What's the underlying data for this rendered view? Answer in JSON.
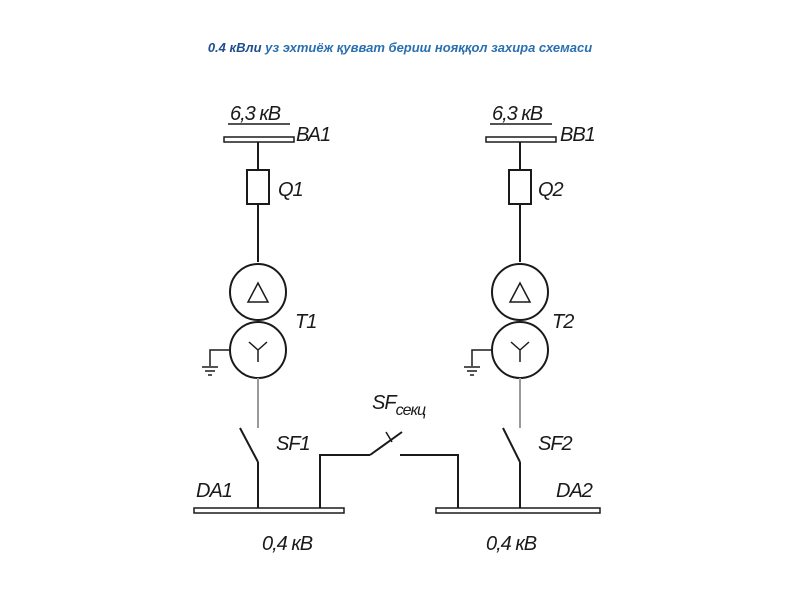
{
  "title": {
    "main": "0.4 кВли",
    "rest": " уз эхтиёж қувват бериш нояққол захира схемаси"
  },
  "left": {
    "voltage_hv": "6,3 кВ",
    "bus_hv": "ВА1",
    "breaker": "Q1",
    "transformer": "Т1",
    "switch": "SF1",
    "bus_lv": "DA1",
    "voltage_lv": "0,4 кВ"
  },
  "right": {
    "voltage_hv": "6,3 кВ",
    "bus_hv": "ВВ1",
    "breaker": "Q2",
    "transformer": "Т2",
    "switch": "SF2",
    "bus_lv": "DA2",
    "voltage_lv": "0,4 кВ"
  },
  "section_switch": {
    "label": "SF",
    "subscript": "секц"
  },
  "colors": {
    "title_main": "#1f4e8c",
    "title_rest": "#2a6fb0",
    "lines": "#1a1a1a",
    "lines_faint": "#9a9a9a"
  }
}
